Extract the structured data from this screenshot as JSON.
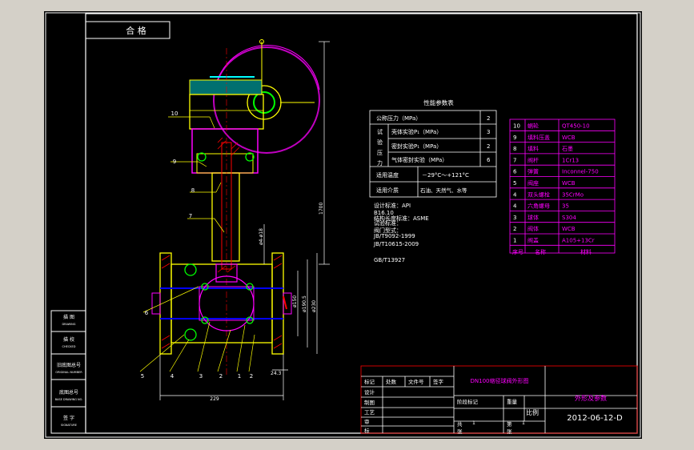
{
  "colors": {
    "background": "#d4d0c8",
    "canvas": "#000000",
    "frame": "#ffffff",
    "text": "#ffffff",
    "outline": "#ffff00",
    "magenta": "#ff00ff",
    "cyan": "#00ffff",
    "green": "#00ff00",
    "red": "#ff0000",
    "blue": "#0000ff",
    "handwheel": "#c000c0"
  },
  "top_label": "合 格",
  "side_labels": [
    "描 图",
    "描 校",
    "旧底图总号",
    "底图总号",
    "签 字"
  ],
  "side_sublabels": [
    "DRAWING",
    "CHECKED",
    "ORIGINAL NUMBER",
    "BASE DRAWING NO.",
    "SIGNATURE"
  ],
  "part_callouts": [
    "10",
    "9",
    "8",
    "7",
    "6",
    "5",
    "4",
    "3",
    "2",
    "1",
    "2"
  ],
  "dimensions": {
    "height": "1700",
    "length": "229",
    "dia_small": "ø150",
    "dia_mid": "ø190.5",
    "dia_large": "ø230",
    "small_a": "ø4-ø18",
    "small_b": "24.3"
  },
  "perf_table": {
    "title": "性能参数表",
    "group_label": [
      "试",
      "验",
      "压",
      "力"
    ],
    "rows": [
      {
        "label": "公称压力（MPa）",
        "value": "2"
      },
      {
        "label": "壳体实验P₁（MPa）",
        "value": "3"
      },
      {
        "label": "密封实验P₁（MPa）",
        "value": "2"
      },
      {
        "label": "气体密封实验（MPa）",
        "value": "6"
      },
      {
        "label": "适用温度",
        "value": "－29°C～+121°C"
      },
      {
        "label": "适用介质",
        "value": "石油、天然气、水等"
      }
    ],
    "notes": [
      "设计标准：API",
      "结构长度标准：ASME",
      "B16.10",
      "阀门型式：",
      "试验标准：",
      "JB/T9092-1999",
      "GB/T13927",
      "JB/T10615-2009"
    ]
  },
  "parts_table": {
    "rows": [
      {
        "no": "10",
        "name": "蜗轮",
        "material": "QT450-10"
      },
      {
        "no": "9",
        "name": "填料压盖",
        "material": "WCB"
      },
      {
        "no": "8",
        "name": "填料",
        "material": "石墨"
      },
      {
        "no": "7",
        "name": "阀杆",
        "material": "1Cr13"
      },
      {
        "no": "6",
        "name": "弹簧",
        "material": "Inconnel-750"
      },
      {
        "no": "5",
        "name": "阀座",
        "material": "WCB"
      },
      {
        "no": "4",
        "name": "双头螺栓",
        "material": "35CrMo"
      },
      {
        "no": "4",
        "name": "六角螺母",
        "material": "35"
      },
      {
        "no": "3",
        "name": "球体",
        "material": "S304"
      },
      {
        "no": "2",
        "name": "阀体",
        "material": "WCB"
      },
      {
        "no": "1",
        "name": "阀盖",
        "material": "A105+13Cr"
      }
    ],
    "header": {
      "no": "序号",
      "name": "名称",
      "material": "材料"
    }
  },
  "title_block": {
    "drawing_title": "DN100缩径球阀外形图",
    "sheet_title": "外形及参数",
    "code": "2012-06-12-D",
    "header_cells": [
      "标记",
      "处数",
      "文件号",
      "签字"
    ],
    "rows": [
      "设计",
      "制图",
      "工艺",
      "审",
      "标"
    ],
    "stage": "阶段标记",
    "weight": "重量",
    "scale": "比例",
    "total_label": "共",
    "total_value": "1",
    "sheet_label": "张",
    "page_label": "第",
    "page_value": "1",
    "page_sheet": "张"
  }
}
